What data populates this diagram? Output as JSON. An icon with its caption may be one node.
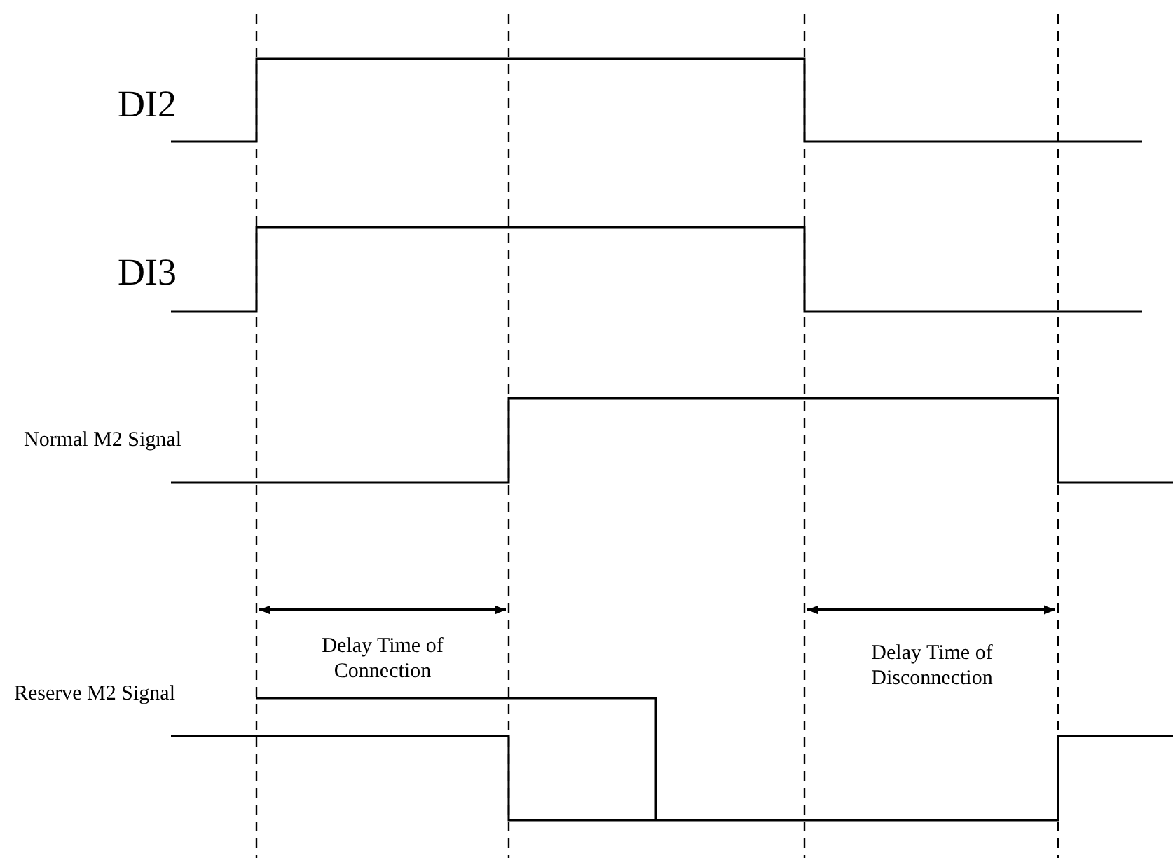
{
  "diagram": {
    "labels": [
      "DI2",
      "DI3",
      "Normal M2 Signal",
      "Delay Time of Connection",
      "Delay Time of Disconnection",
      "Reserve M2 Signal"
    ]
  }
}
